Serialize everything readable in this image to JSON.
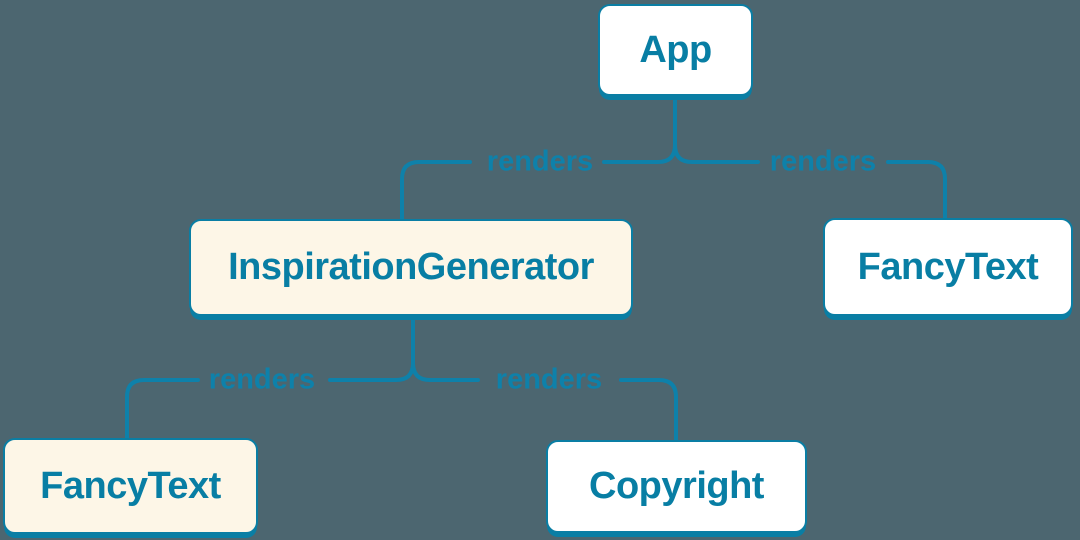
{
  "diagram": {
    "kind": "render-tree",
    "nodes": [
      {
        "id": "app",
        "label": "App",
        "fill": "white"
      },
      {
        "id": "inspiration-generator",
        "label": "InspirationGenerator",
        "fill": "cream"
      },
      {
        "id": "fancy-text-top",
        "label": "FancyText",
        "fill": "white"
      },
      {
        "id": "fancy-text-bottom",
        "label": "FancyText",
        "fill": "cream"
      },
      {
        "id": "copyright",
        "label": "Copyright",
        "fill": "white"
      }
    ],
    "edges": [
      {
        "from": "App",
        "to": "InspirationGenerator",
        "label": "renders"
      },
      {
        "from": "App",
        "to": "FancyText",
        "label": "renders"
      },
      {
        "from": "InspirationGenerator",
        "to": "FancyText",
        "label": "renders"
      },
      {
        "from": "InspirationGenerator",
        "to": "Copyright",
        "label": "renders"
      }
    ],
    "colors": {
      "background": "#4C6670",
      "connector": "#0E81AA",
      "node_border": "#0A7EA4",
      "node_text": "#087EA4",
      "node_fill_white": "#FFFFFF",
      "node_fill_cream": "#FDF6E7"
    }
  }
}
